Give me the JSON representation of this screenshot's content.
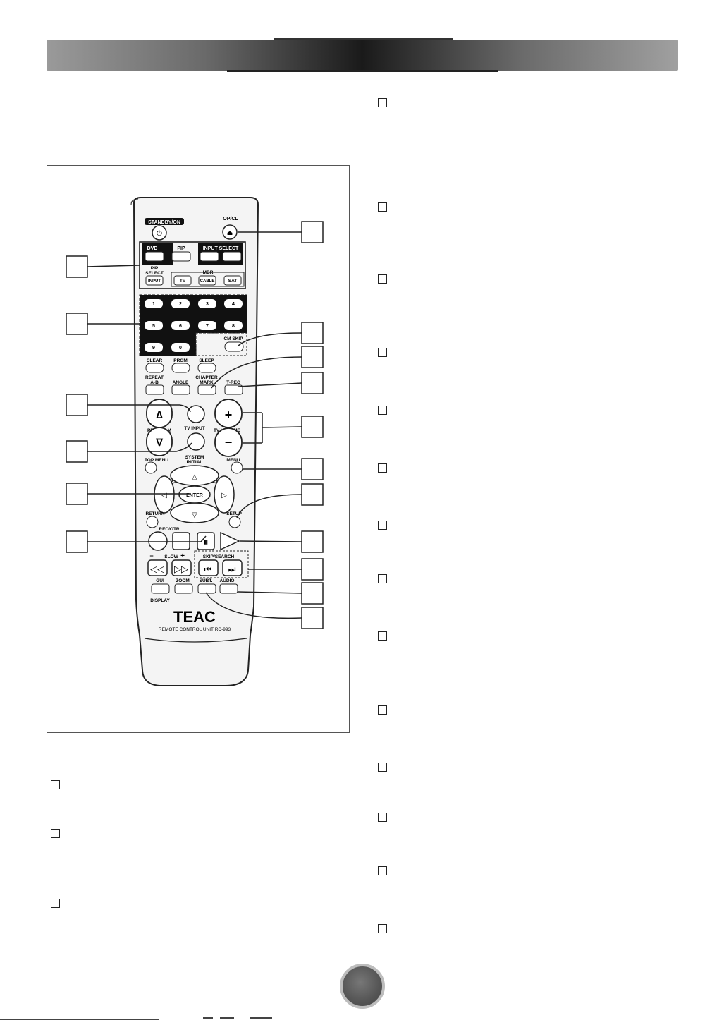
{
  "remote": {
    "brand": "TEAC",
    "model_line": "REMOTE CONTROL UNIT RC-993",
    "buttons": {
      "standby": "STANDBY/ON",
      "opcl": "OP/CL",
      "dvd": "DVD",
      "pip": "PIP",
      "input_select": "INPUT SELECT",
      "pip_select_1": "PIP",
      "pip_select_2": "SELECT",
      "mbr": "MBR",
      "input": "INPUT",
      "tv": "TV",
      "cable": "CABLE",
      "sat": "SAT",
      "digits": [
        "1",
        "2",
        "3",
        "4",
        "5",
        "6",
        "7",
        "8",
        "9",
        "0"
      ],
      "cm_skip": "CM SKIP",
      "clear": "CLEAR",
      "prgm": "PRGM",
      "sleep": "SLEEP",
      "repeat_1": "REPEAT",
      "repeat_2": "A-B",
      "angle": "ANGLE",
      "chapter_1": "CHAPTER",
      "chapter_2": "MARK",
      "trec": "T-REC",
      "program": "PROGRAM",
      "tv_input": "TV INPUT",
      "tv_volume": "TV VOLUME",
      "system_1": "SYSTEM",
      "system_2": "INITIAL",
      "top_menu": "TOP MENU",
      "menu": "MENU",
      "enter": "ENTER",
      "return": "RETURN",
      "setup": "SETUP",
      "rec_otr": "REC/OTR",
      "slow": "SLOW",
      "skip_search": "SKIP/SEARCH",
      "gui": "GUI",
      "zoom": "ZOOM",
      "subt": "SUBT.",
      "audio": "AUDIO",
      "display": "DISPLAY",
      "plus": "+",
      "minus": "−"
    }
  }
}
